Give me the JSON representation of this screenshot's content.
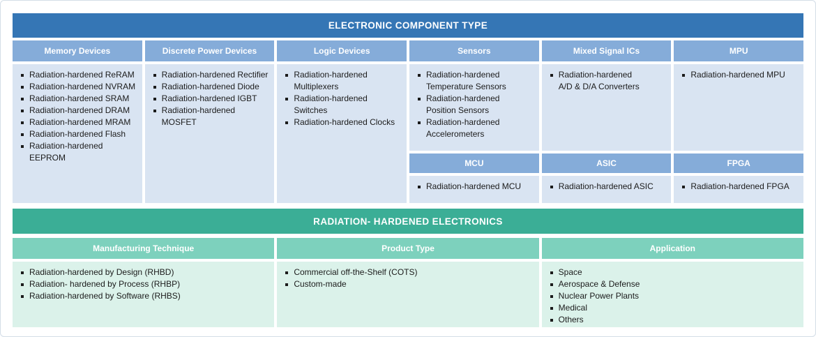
{
  "top": {
    "title": "ELECTRONIC COMPONENT TYPE",
    "columns": [
      {
        "header": "Memory Devices",
        "items": [
          "Radiation-hardened ReRAM",
          "Radiation-hardened NVRAM",
          "Radiation-hardened SRAM",
          "Radiation-hardened DRAM",
          "Radiation-hardened MRAM",
          "Radiation-hardened Flash",
          "Radiation-hardened\nEEPROM"
        ]
      },
      {
        "header": "Discrete Power Devices",
        "items": [
          "Radiation-hardened Rectifier",
          "Radiation-hardened Diode",
          "Radiation-hardened IGBT",
          "Radiation-hardened\nMOSFET"
        ]
      },
      {
        "header": "Logic Devices",
        "items": [
          "Radiation-hardened\nMultiplexers",
          "Radiation-hardened\nSwitches",
          "Radiation-hardened Clocks"
        ]
      },
      {
        "header": "Sensors",
        "items": [
          "Radiation-hardened\nTemperature Sensors",
          "Radiation-hardened\nPosition Sensors",
          "Radiation-hardened\nAccelerometers"
        ]
      },
      {
        "header": "Mixed Signal ICs",
        "items": [
          "Radiation-hardened\nA/D & D/A Converters"
        ]
      },
      {
        "header": "MPU",
        "items": [
          "Radiation-hardened MPU"
        ]
      }
    ],
    "sub_row": [
      {
        "header": "MCU",
        "items": [
          "Radiation-hardened MCU"
        ]
      },
      {
        "header": "ASIC",
        "items": [
          "Radiation-hardened ASIC"
        ]
      },
      {
        "header": "FPGA",
        "items": [
          "Radiation-hardened FPGA"
        ]
      }
    ]
  },
  "bottom": {
    "title": "RADIATION- HARDENED ELECTRONICS",
    "columns": [
      {
        "header": "Manufacturing Technique",
        "items": [
          "Radiation-hardened by Design (RHBD)",
          "Radiation- hardened by Process (RHBP)",
          "Radiation-hardened by Software (RHBS)"
        ]
      },
      {
        "header": "Product Type",
        "items": [
          "Commercial off-the-Shelf (COTS)",
          "Custom-made"
        ]
      },
      {
        "header": "Application",
        "items": [
          "Space",
          "Aerospace & Defense",
          "Nuclear Power Plants",
          "Medical",
          "Others"
        ]
      }
    ]
  },
  "colors": {
    "blue_header": "#3576b5",
    "blue_subheader": "#85acd9",
    "blue_cell": "#d9e4f2",
    "teal_header": "#3bae96",
    "teal_subheader": "#7dd1bd",
    "teal_cell": "#dbf2ea",
    "text": "#1b1b1b",
    "border": "#d3dde7"
  }
}
